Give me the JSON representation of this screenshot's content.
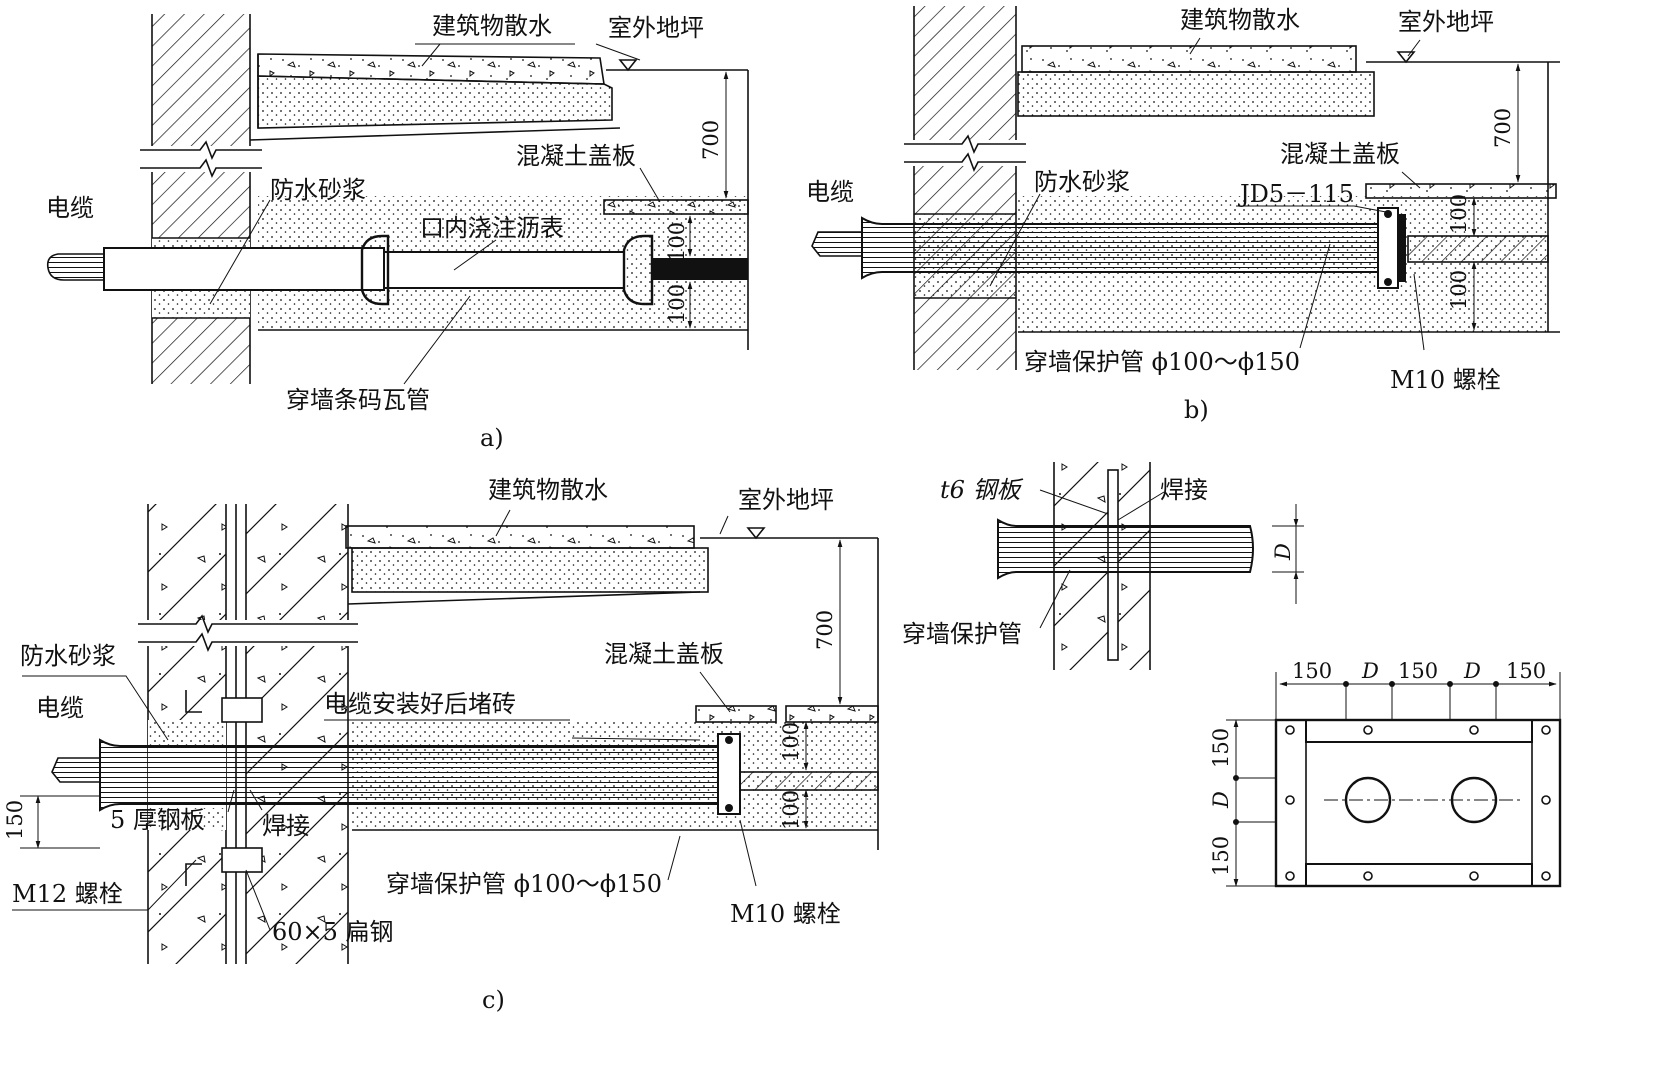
{
  "panel_a": {
    "caption": "a)",
    "labels": {
      "apron": "建筑物散水",
      "grade": "室外地坪",
      "cover": "混凝土盖板",
      "cable": "电缆",
      "mortar": "防水砂浆",
      "asphalt": "口内浇注沥表",
      "pipe": "穿墙条码瓦管"
    },
    "dims": {
      "depth": "700",
      "upper": "100",
      "lower": "100"
    }
  },
  "panel_b": {
    "caption": "b)",
    "labels": {
      "apron": "建筑物散水",
      "grade": "室外地坪",
      "cover": "混凝土盖板",
      "cable": "电缆",
      "mortar": "防水砂浆",
      "code": "JD5－115",
      "pipe": "穿墙保护管 ϕ100～ϕ150",
      "bolt": "M10 螺栓"
    },
    "dims": {
      "depth": "700",
      "upper": "100",
      "lower": "100"
    }
  },
  "panel_c": {
    "caption": "c)",
    "labels": {
      "apron": "建筑物散水",
      "grade": "室外地坪",
      "cover": "混凝土盖板",
      "mortar": "防水砂浆",
      "cable": "电缆",
      "brick": "电缆安装好后堵砖",
      "plate": "5 厚钢板",
      "weld": "焊接",
      "m12": "M12 螺栓",
      "flat": "60×5 扁钢",
      "pipe": "穿墙保护管 ϕ100～ϕ150",
      "bolt": "M10 螺栓"
    },
    "dims": {
      "depth": "700",
      "upper": "100",
      "lower": "100",
      "offset": "150"
    }
  },
  "detail": {
    "labels": {
      "steel": "t6 钢板",
      "weld": "焊接",
      "pipe": "穿墙保护管",
      "d": "D"
    }
  },
  "plate_detail": {
    "top_dims": [
      "150",
      "D",
      "150",
      "D",
      "150"
    ],
    "side_dims": [
      "150",
      "D",
      "150"
    ]
  }
}
